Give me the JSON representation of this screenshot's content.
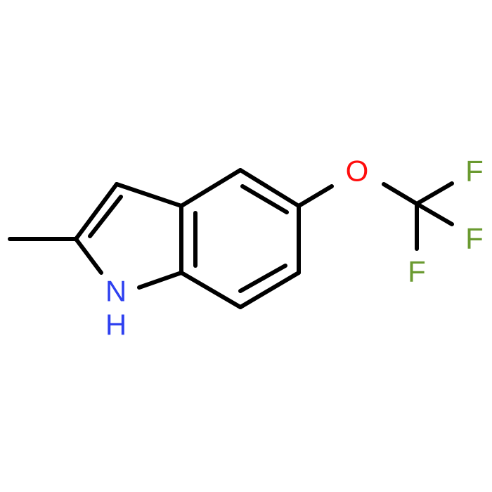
{
  "atoms": {
    "nitrogen": {
      "symbol": "N",
      "color": "#2e40f0"
    },
    "hydrogen": {
      "symbol": "H",
      "color": "#2e40f0"
    },
    "oxygen": {
      "symbol": "O",
      "color": "#ff0d0d"
    },
    "fluorine_1": {
      "symbol": "F",
      "color": "#6a9a30"
    },
    "fluorine_2": {
      "symbol": "F",
      "color": "#6a9a30"
    },
    "fluorine_3": {
      "symbol": "F",
      "color": "#6a9a30"
    }
  },
  "colors": {
    "bond": "#000000",
    "background": "#ffffff"
  }
}
